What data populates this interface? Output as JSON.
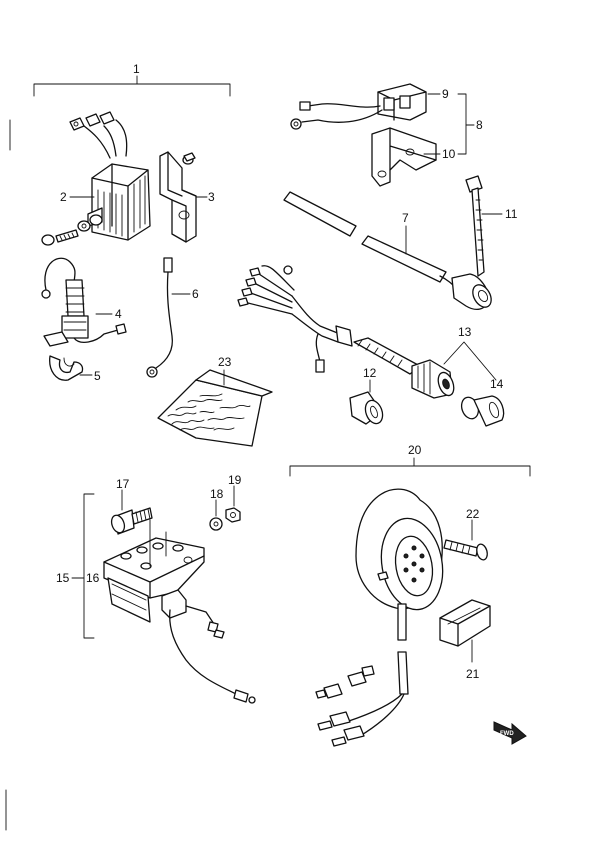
{
  "callouts": [
    {
      "id": "c1",
      "text": "1"
    },
    {
      "id": "c2",
      "text": "2"
    },
    {
      "id": "c3",
      "text": "3"
    },
    {
      "id": "c4",
      "text": "4"
    },
    {
      "id": "c5",
      "text": "5"
    },
    {
      "id": "c6",
      "text": "6"
    },
    {
      "id": "c7",
      "text": "7"
    },
    {
      "id": "c8",
      "text": "8"
    },
    {
      "id": "c9",
      "text": "9"
    },
    {
      "id": "c10",
      "text": "10"
    },
    {
      "id": "c11",
      "text": "11"
    },
    {
      "id": "c12",
      "text": "12"
    },
    {
      "id": "c13",
      "text": "13"
    },
    {
      "id": "c14",
      "text": "14"
    },
    {
      "id": "c15",
      "text": "15"
    },
    {
      "id": "c16",
      "text": "16"
    },
    {
      "id": "c17",
      "text": "17"
    },
    {
      "id": "c18",
      "text": "18"
    },
    {
      "id": "c19",
      "text": "19"
    },
    {
      "id": "c20",
      "text": "20"
    },
    {
      "id": "c21",
      "text": "21"
    },
    {
      "id": "c22",
      "text": "22"
    },
    {
      "id": "c23",
      "text": "23"
    }
  ],
  "fwd_arrow_label": "FWD"
}
